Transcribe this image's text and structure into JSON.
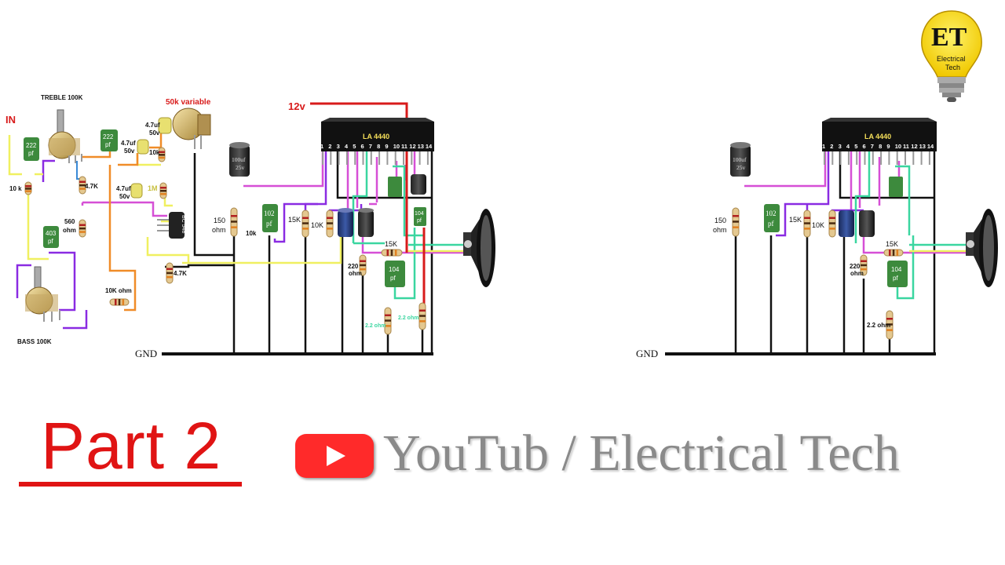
{
  "circuit_left": {
    "input_label": "IN",
    "supply_label": "12v",
    "ground_label": "GND",
    "ic_label": "LA 4440",
    "ic_pins": [
      "1",
      "2",
      "3",
      "4",
      "5",
      "6",
      "7",
      "8",
      "9",
      "10",
      "11",
      "12",
      "13",
      "14"
    ],
    "treble_pot_label": "TREBLE 100K",
    "bass_pot_label": "BASS 100K",
    "volume_pot_label": "50k variable",
    "transistor_label": "BC 548",
    "cap_222a": [
      "222",
      "pf"
    ],
    "cap_222b": [
      "222",
      "pf"
    ],
    "cap_403": [
      "403",
      "pf"
    ],
    "cap_102": [
      "102",
      "pf"
    ],
    "cap_104a": [
      "104",
      "pf"
    ],
    "cap_104b": [
      "104",
      "pf"
    ],
    "cap_47uf_a": [
      "4.7uf",
      "50v"
    ],
    "cap_47uf_b": [
      "4.7uf",
      "50v"
    ],
    "cap_47uf_c": [
      "4.7uf",
      "50v"
    ],
    "cap_100uf_25v": [
      "100uf",
      "25v"
    ],
    "res_10k_in": "10 k",
    "res_47k_a": "4.7K",
    "res_560": [
      "560",
      "ohm"
    ],
    "res_10k_ohm": "10K ohm",
    "res_47k_b": "4.7K",
    "res_1m": "1M",
    "res_10k_mid": "10k",
    "res_150": [
      "150",
      "ohm"
    ],
    "res_10k_low": "10k",
    "res_15k_a": "15K",
    "res_10k_b": "10K",
    "res_15k_b": "15K",
    "res_220": [
      "220",
      "ohm"
    ],
    "res_22ohm_a": "2.2 ohm",
    "res_22ohm_b": "2.2 ohm"
  },
  "circuit_right": {
    "ground_label": "GND",
    "ic_label": "LA 4440",
    "ic_pins": [
      "1",
      "2",
      "3",
      "4",
      "5",
      "6",
      "7",
      "8",
      "9",
      "10",
      "11",
      "12",
      "13",
      "14"
    ],
    "cap_100uf_25v": [
      "100uf",
      "25v"
    ],
    "cap_102": [
      "102",
      "pf"
    ],
    "cap_104": [
      "104",
      "pf"
    ],
    "res_150": [
      "150",
      "ohm"
    ],
    "res_15k_a": "15K",
    "res_10k": "10K",
    "res_15k_b": "15K",
    "res_220": [
      "220",
      "ohm"
    ],
    "res_22ohm": "2.2 ohm"
  },
  "logo": {
    "letters": "ET",
    "line1": "Electrical",
    "line2": "Tech"
  },
  "footer": {
    "title": "Part 2",
    "channel_text": "YouTub / Electrical Tech"
  },
  "colors": {
    "wire_pink": "#d64fd6",
    "wire_purple": "#8a2be2",
    "wire_green": "#3ad6a0",
    "wire_yellow": "#f0f060",
    "wire_red": "#d81b1b",
    "wire_orange": "#f08c28",
    "wire_black": "#111111",
    "accent_red": "#e01414",
    "text_gray": "#8a8a8a"
  }
}
